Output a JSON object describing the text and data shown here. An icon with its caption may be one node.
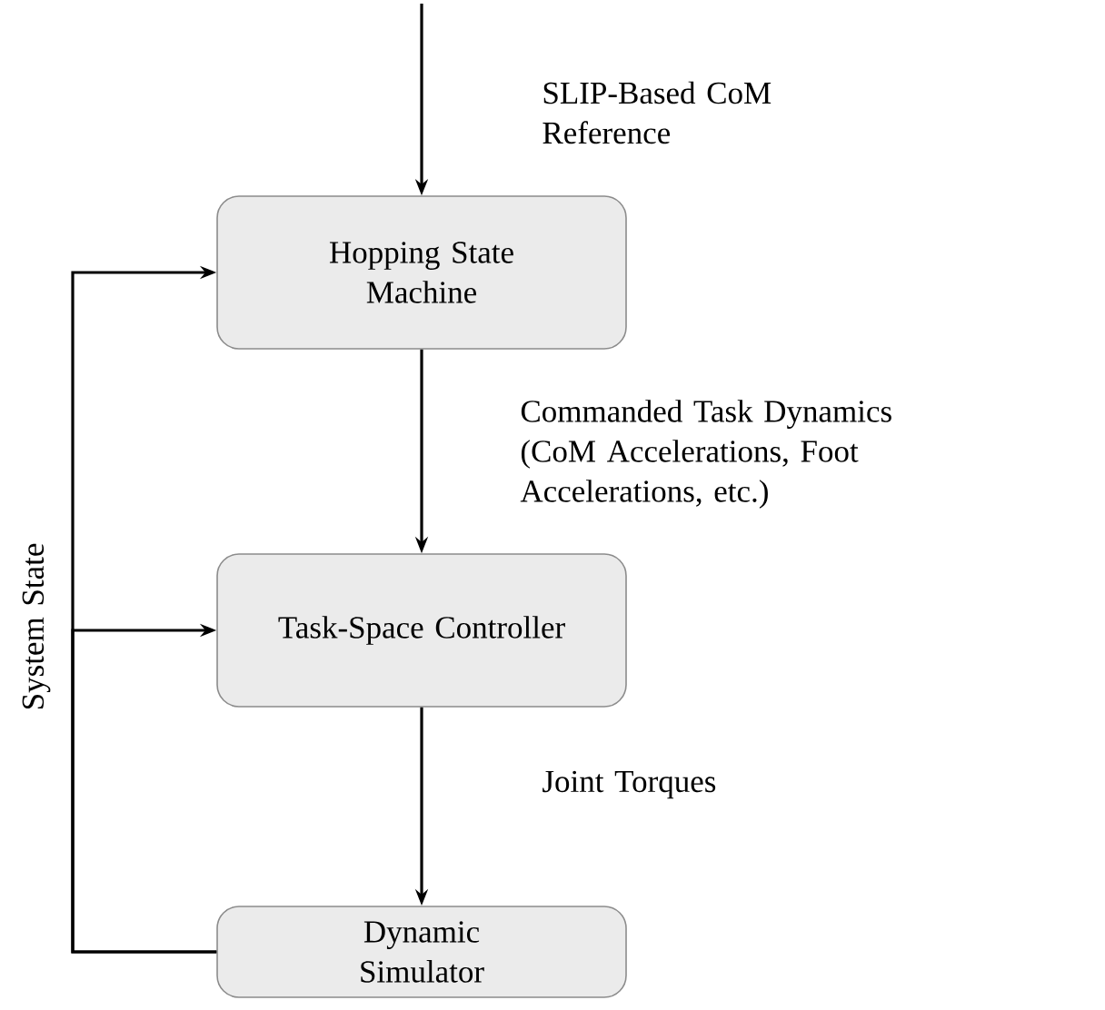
{
  "diagram": {
    "nodes": [
      {
        "text": [
          "Hopping State Machine"
        ]
      },
      {
        "text": [
          "Task-Space Controller"
        ]
      },
      {
        "text": [
          "Dynamic Simulator"
        ]
      }
    ],
    "edges": [
      {
        "from": null,
        "to": 0,
        "arrow": "to",
        "label": "SLIP-Based CoM Reference"
      },
      {
        "from": 0,
        "to": 1,
        "arrow": "to",
        "label": "Commanded Task Dynamics (CoM Accelerations, Foot Accelerations, etc.)"
      },
      {
        "from": 1,
        "to": 2,
        "arrow": "to",
        "label": "Joint Torques"
      },
      {
        "from": 2,
        "to": 0,
        "arrow": "to",
        "label": "System State"
      },
      {
        "from": 2,
        "to": 1,
        "arrow": "to"
      }
    ]
  }
}
